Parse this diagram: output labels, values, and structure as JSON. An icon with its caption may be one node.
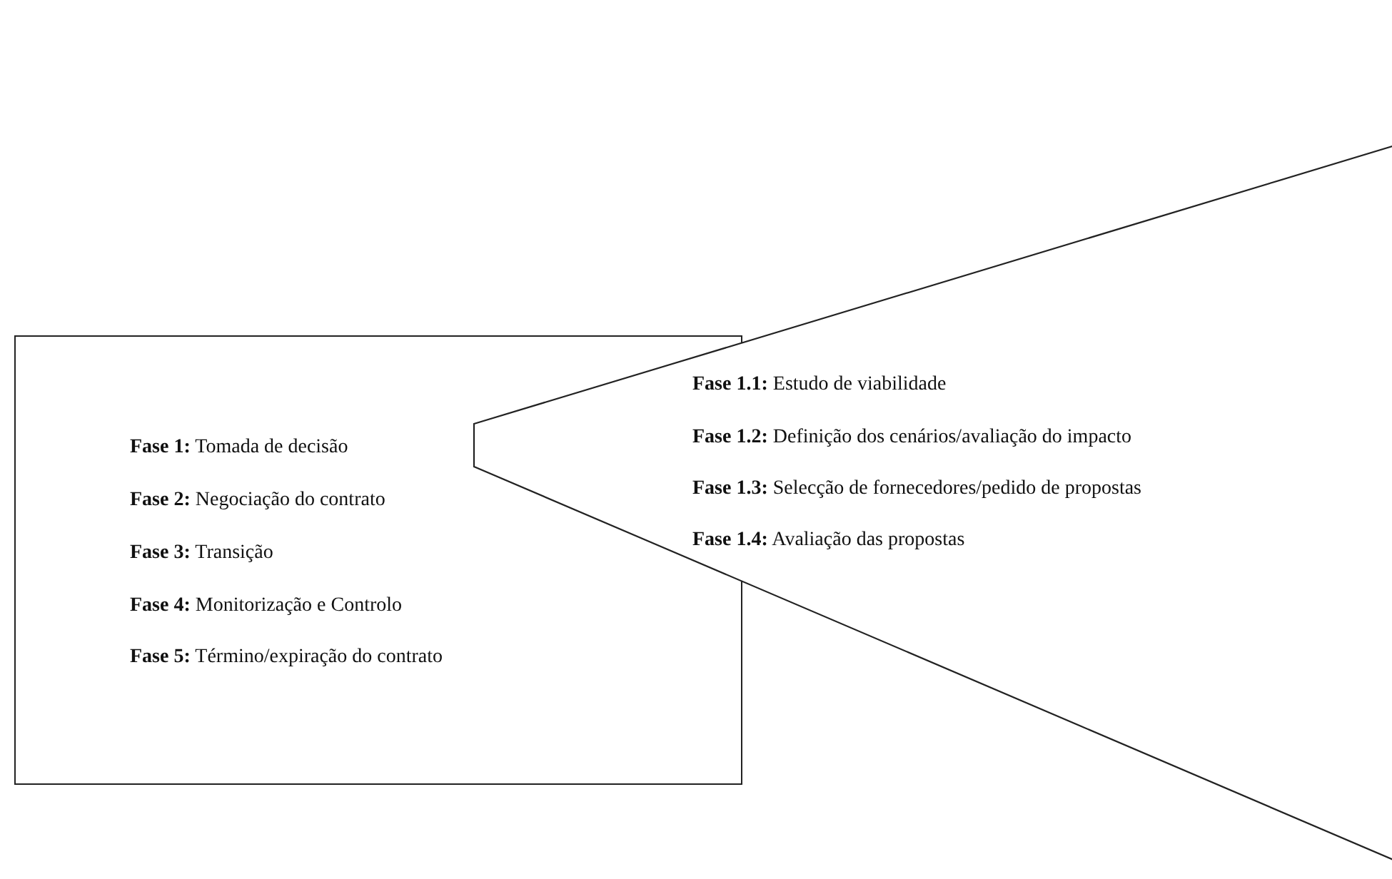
{
  "diagram": {
    "nodes": [
      {
        "text": [],
        "shape": "box"
      },
      {
        "text": [
          "**Fase 1:** Tomada de decisão"
        ],
        "in": 0
      },
      {
        "text": [
          "**Fase 2:** Negociação do contrato"
        ],
        "in": 0
      },
      {
        "text": [
          "**Fase 3:** Transição"
        ],
        "in": 0
      },
      {
        "text": [
          "**Fase 4:** Monitorização e  Controlo"
        ],
        "in": 0
      },
      {
        "text": [
          "**Fase 5:** Término/expiração do contrato"
        ],
        "in": 0
      },
      {
        "text": [
          "**Fase 1.1:** Estudo de viabilidade",
          "**Fase 1.2:** Definição dos cenários/avaliação do impacto",
          "**Fase 1.3:** Selecção de fornecedores/pedido de propostas",
          "**Fase 1.4:** Avaliação das propostas"
        ]
      }
    ]
  }
}
